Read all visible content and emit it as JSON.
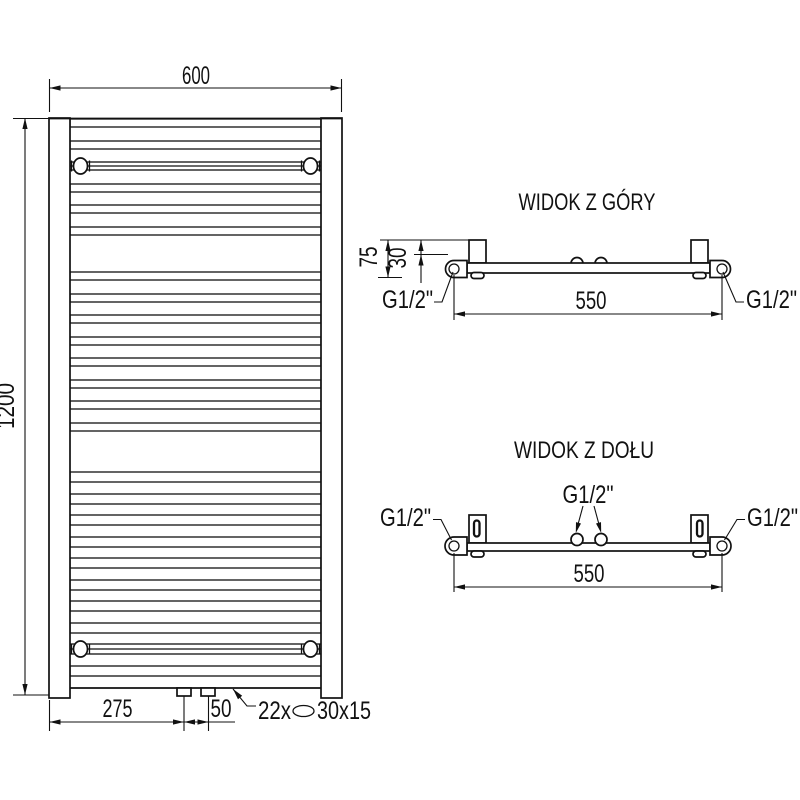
{
  "front_view": {
    "width_dim": "600",
    "height_dim": "1200",
    "bottom_left_dim": "275",
    "bottom_center_dim": "50",
    "tube_count_note": "22x",
    "tube_profile_note": "30x15"
  },
  "top_view": {
    "title": "WIDOK Z GÓRY",
    "depth_dim": "75",
    "pipe_offset_dim": "30",
    "connection_span_dim": "550",
    "thread_left": "G1/2\"",
    "thread_right": "G1/2\""
  },
  "bottom_view": {
    "title": "WIDOK Z DOŁU",
    "connection_span_dim": "550",
    "thread_left": "G1/2\"",
    "thread_center": "G1/2\"",
    "thread_right": "G1/2\""
  },
  "colors": {
    "line": "#111111",
    "background": "#ffffff"
  }
}
